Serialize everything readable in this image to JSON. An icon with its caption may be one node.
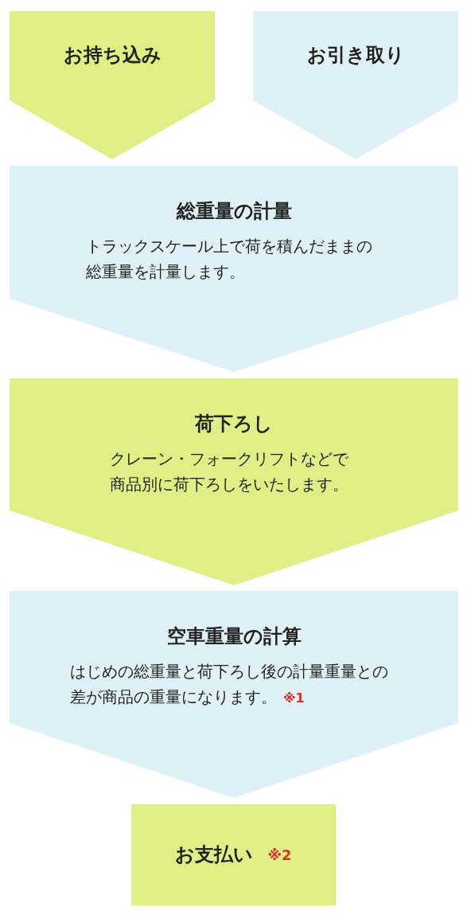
{
  "diagram": {
    "nodes": [
      {
        "text": [
          "お持ち込み"
        ]
      },
      {
        "text": [
          "お引き取り"
        ]
      },
      {
        "text": [
          "総重量の計量",
          "トラックスケール上で荷を積んだままの総重量を計量します。"
        ]
      },
      {
        "text": [
          "荷下ろし",
          "クレーン・フォークリフトなどで商品別に荷下ろしをいたします。"
        ]
      },
      {
        "text": [
          "空車重量の計算",
          "はじめの総重量と荷下ろし後の計量重量との差が商品の重量になります。",
          "※1"
        ]
      },
      {
        "text": [
          "お支払い",
          "※2"
        ]
      }
    ]
  }
}
